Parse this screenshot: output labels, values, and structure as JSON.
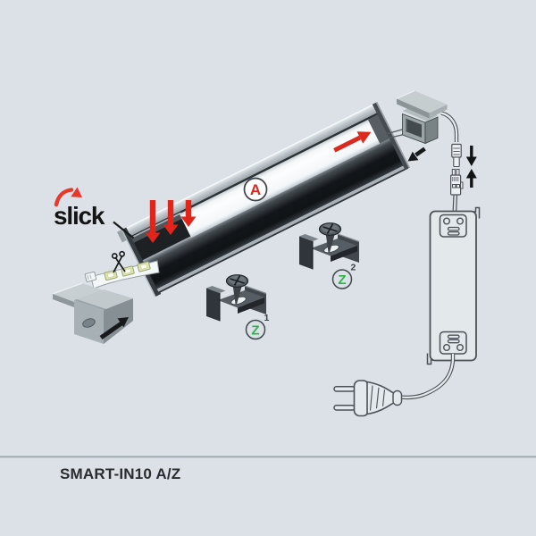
{
  "scene": {
    "background_color": "#dbe1e6",
    "caption": "SMART-IN10 A/Z",
    "caption_color": "#2a2c2e",
    "divider_color": "#9aa2af"
  },
  "brand": {
    "logo_text": "slick",
    "logo_color": "#141414",
    "swoosh_color": "#e8382b"
  },
  "callouts": {
    "profile": {
      "letter": "A",
      "color": "#e1251b"
    },
    "bracket_1": {
      "letter": "Z",
      "superscript": "1",
      "color": "#2eb34a"
    },
    "bracket_2": {
      "letter": "Z",
      "superscript": "2",
      "color": "#2eb34a"
    }
  },
  "icons": {
    "scissors": "scissors-icon",
    "screw": "phillips-screw-icon",
    "insert_arrows": "red-insert-arrows",
    "direction_arrow": "black-direction-arrow",
    "connect_arrows": "black-connect-arrows"
  },
  "palette": {
    "profile_body_dark": "#14171a",
    "metal_light": "#c6cdd1",
    "outline_gray": "#4b5157",
    "diffuser_white": "#fafcfd",
    "arrow_red": "#e1251b",
    "label_green": "#2eb34a"
  }
}
